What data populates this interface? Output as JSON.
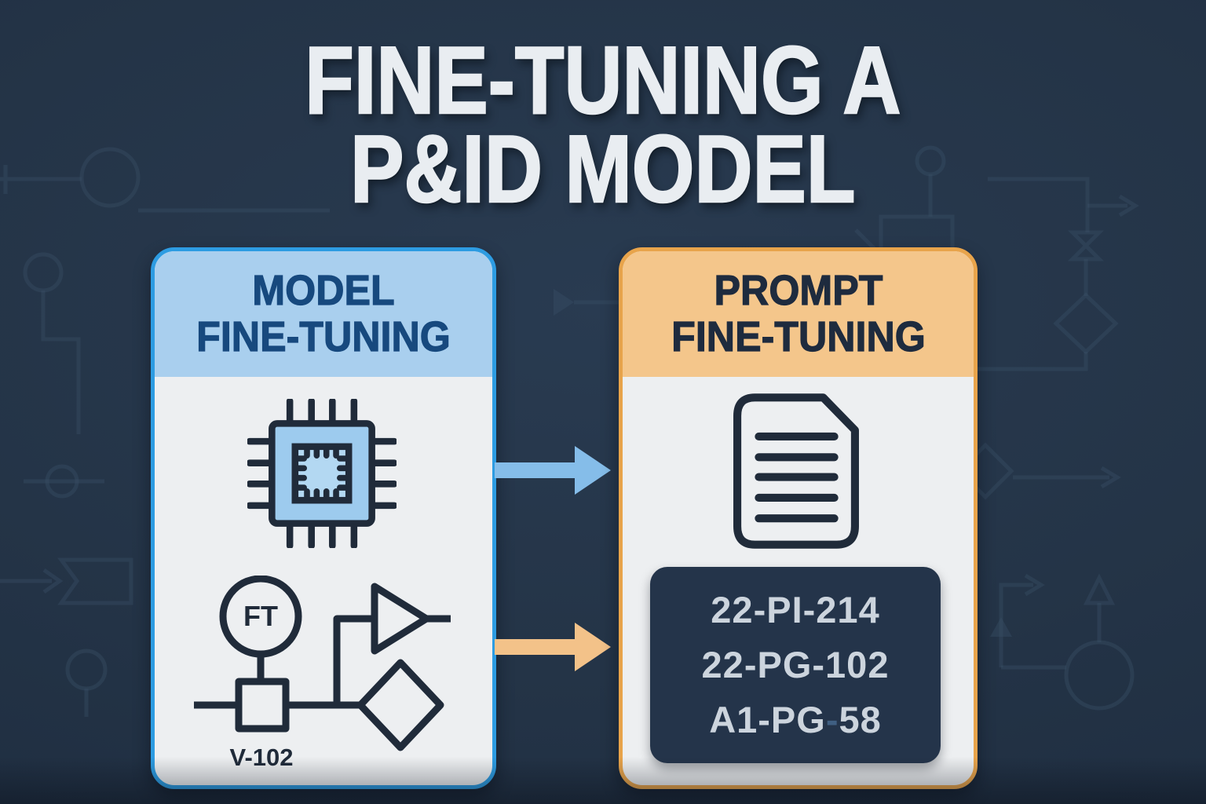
{
  "title": {
    "line1": "FINE-TUNING A",
    "line2": "P&ID MODEL"
  },
  "left_card": {
    "header_line1": "MODEL",
    "header_line2": "FINE-TUNING",
    "chip_icon": "cpu-chip-icon",
    "pid_symbol_icon": "pid-instrument-loop-icon",
    "instrument_tag": "FT",
    "equipment_label": "V-102"
  },
  "right_card": {
    "header_line1": "PROMPT",
    "header_line2": "FINE-TUNING",
    "document_icon": "document-lines-icon",
    "tags": [
      "22-PI-214",
      "22-PG-102"
    ],
    "tag3": {
      "prefix": "A1-PG",
      "dash": "-",
      "suffix": "58"
    }
  },
  "arrows": {
    "top": "blue-right-arrow-icon",
    "bottom": "orange-right-arrow-icon"
  },
  "background": {
    "pattern": "faint-pid-schematic-lineart"
  },
  "colors": {
    "background": "#243447",
    "background_lineart": "#3a4f66",
    "title_text": "#e9edf1",
    "blue_accent": "#2d9ce2",
    "blue_header_bg": "#a9cfee",
    "blue_header_text": "#17497e",
    "orange_accent": "#e8a44b",
    "orange_header_bg": "#f4c68b",
    "orange_header_text": "#1e2b3e",
    "card_body": "#edeff1",
    "icon_ink": "#202b3a",
    "chip_fill": "#9dcbee",
    "chip_inner_fill": "#b3d8f2",
    "arrow_blue": "#85bde9",
    "arrow_orange": "#f3c289",
    "tag_box_bg": "#24344a",
    "tag_text": "#ccd4dd",
    "tag_dash_blue": "#3f5f82"
  }
}
